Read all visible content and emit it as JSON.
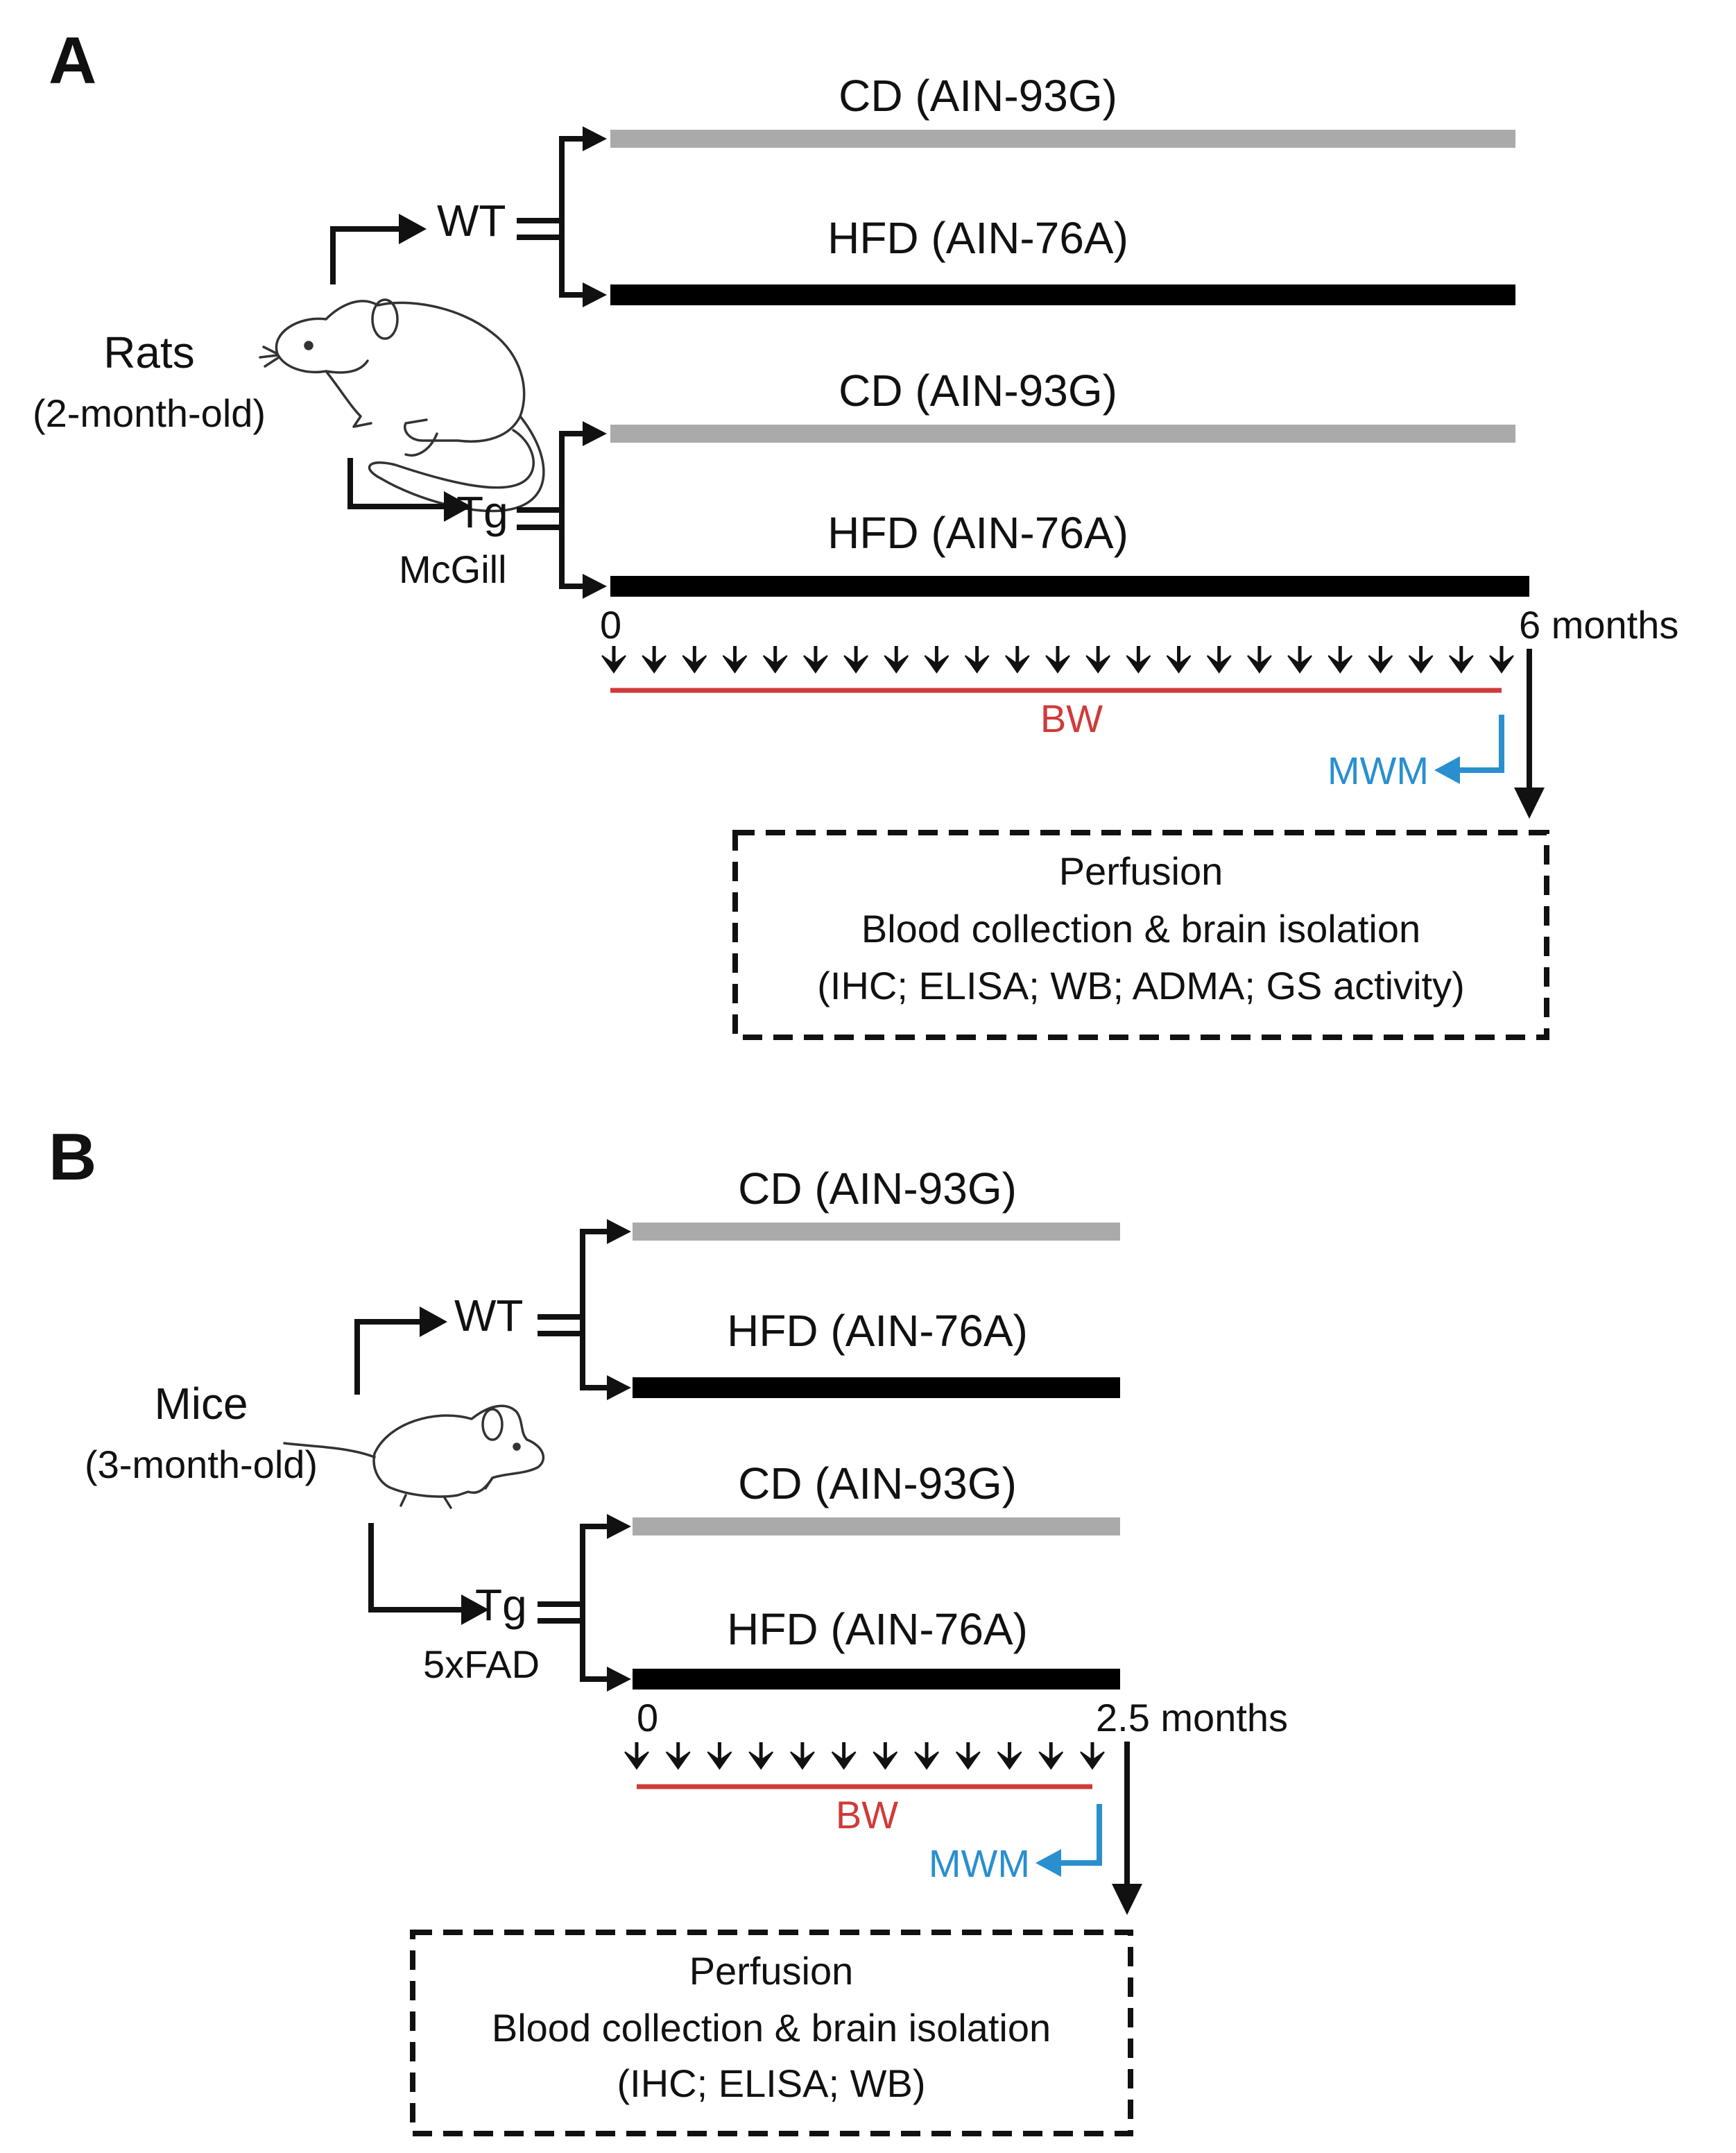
{
  "colors": {
    "cd_bar": "#aaaaaa",
    "hfd_bar": "#000000",
    "bw_line": "#d03a3a",
    "mwm_line": "#2a8fcf"
  },
  "panel_a": {
    "letter": "A",
    "subject_label": "Rats",
    "subject_age": "(2-month-old)",
    "animal_icon": "rat-icon",
    "wt_label": "WT",
    "tg_label": "Tg",
    "tg_strain": "McGill",
    "arms": [
      {
        "diet": "CD  (AIN-93G)"
      },
      {
        "diet": "HFD  (AIN-76A)"
      },
      {
        "diet": "CD  (AIN-93G)"
      },
      {
        "diet": "HFD  (AIN-76A)"
      }
    ],
    "timeline_start": "0",
    "timeline_end": "6 months",
    "weekly_marker_count": 23,
    "bw_label": "BW",
    "mwm_label": "MWM",
    "box_lines": [
      "Perfusion",
      "Blood collection & brain isolation",
      "(IHC; ELISA; WB; ADMA; GS activity)"
    ]
  },
  "panel_b": {
    "letter": "B",
    "subject_label": "Mice",
    "subject_age": "(3-month-old)",
    "animal_icon": "mouse-icon",
    "wt_label": "WT",
    "tg_label": "Tg",
    "tg_strain": "5xFAD",
    "arms": [
      {
        "diet": "CD  (AIN-93G)"
      },
      {
        "diet": "HFD  (AIN-76A)"
      },
      {
        "diet": "CD  (AIN-93G)"
      },
      {
        "diet": "HFD  (AIN-76A)"
      }
    ],
    "timeline_start": "0",
    "timeline_end": "2.5 months",
    "weekly_marker_count": 12,
    "bw_label": "BW",
    "mwm_label": "MWM",
    "box_lines": [
      "Perfusion",
      "Blood collection  & brain isolation",
      "(IHC; ELISA; WB)"
    ]
  }
}
